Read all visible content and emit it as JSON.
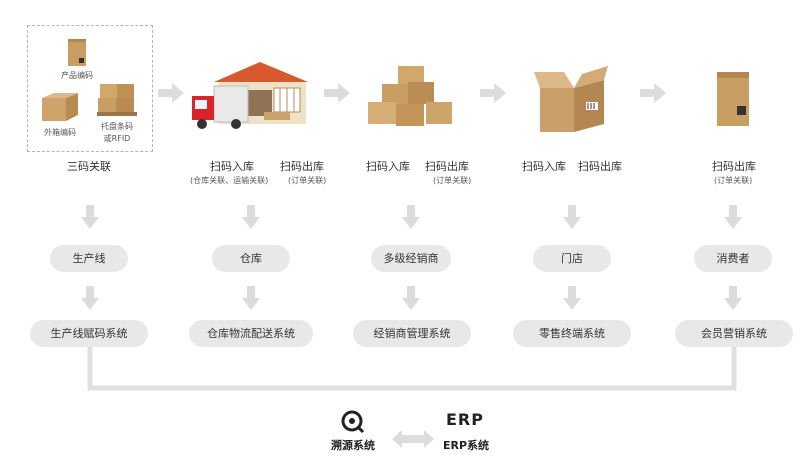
{
  "stage1": {
    "product_code": "产品编码",
    "carton_code": "外箱编码",
    "pallet_code_l1": "托盘条码",
    "pallet_code_l2": "或RFID",
    "title": "三码关联"
  },
  "stage2": {
    "scan_in": "扫码入库",
    "scan_in_note": "(仓库关联、运输关联)",
    "scan_out": "扫码出库",
    "scan_out_note": "(订单关联)"
  },
  "stage3": {
    "scan_in": "扫码入库",
    "scan_out": "扫码出库",
    "scan_out_note": "(订单关联)"
  },
  "stage4": {
    "scan_in": "扫码入库",
    "scan_out": "扫码出库"
  },
  "stage5": {
    "scan_out": "扫码出库",
    "scan_out_note": "(订单关联)"
  },
  "roles": [
    "生产线",
    "仓库",
    "多级经销商",
    "门店",
    "消费者"
  ],
  "systems": [
    "生产线赋码系统",
    "仓库物流配送系统",
    "经销商管理系统",
    "零售终端系统",
    "会员营销系统"
  ],
  "bottom": {
    "trace_label": "溯源系统",
    "erp_logo": "ERP",
    "erp_label": "ERP系统"
  },
  "colors": {
    "pill_bg": "#e8e8e8",
    "arrow": "#d6d6d6",
    "box": "#c9a26b",
    "truck_red": "#d9242a"
  }
}
